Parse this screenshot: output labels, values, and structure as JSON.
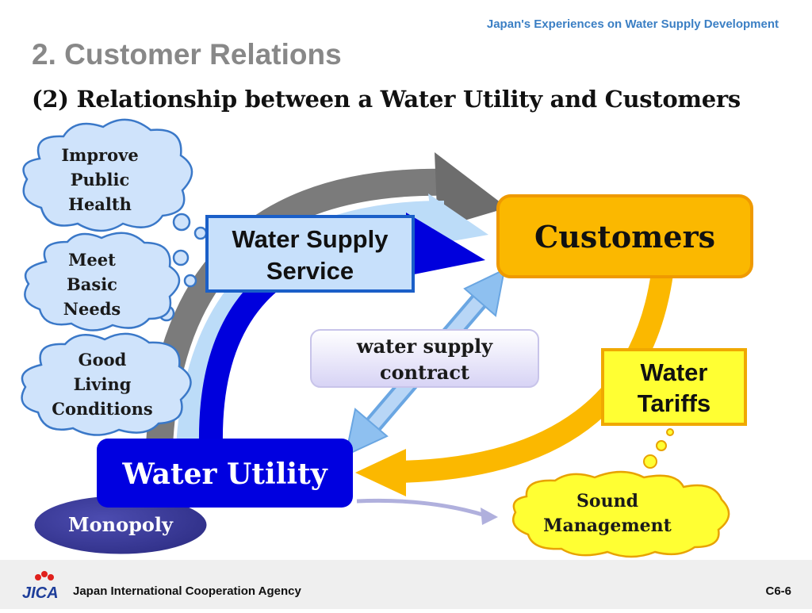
{
  "header": {
    "right_title": "Japan's Experiences on Water Supply Development"
  },
  "slide": {
    "title": "2. Customer Relations",
    "subtitle": "(2) Relationship between a Water Utility and Customers"
  },
  "diagram": {
    "customers": "Customers",
    "water_utility": "Water Utility",
    "monopoly": "Monopoly",
    "water_supply_service": [
      "Water Supply",
      "Service"
    ],
    "water_supply_contract": [
      "water supply",
      "contract"
    ],
    "water_tariffs": [
      "Water",
      "Tariffs"
    ],
    "sound_management": [
      "Sound",
      "Management"
    ],
    "clouds": [
      [
        "Improve",
        "Public",
        "Health"
      ],
      [
        "Meet",
        "Basic",
        "Needs"
      ],
      [
        "Good",
        "Living",
        "Conditions"
      ]
    ]
  },
  "footer": {
    "org": "Japan International Cooperation Agency",
    "page": "C6-6",
    "logo_text": "JICA"
  },
  "colors": {
    "customers_fill": "#fbb800",
    "utility_fill": "#0000e0",
    "monopoly_fill": "#3a3a9a",
    "cloud_fill": "#cfe3fb",
    "tariff_fill": "#ffff33",
    "sound_fill": "#ffff33",
    "header_blue": "#3b7fc4"
  }
}
